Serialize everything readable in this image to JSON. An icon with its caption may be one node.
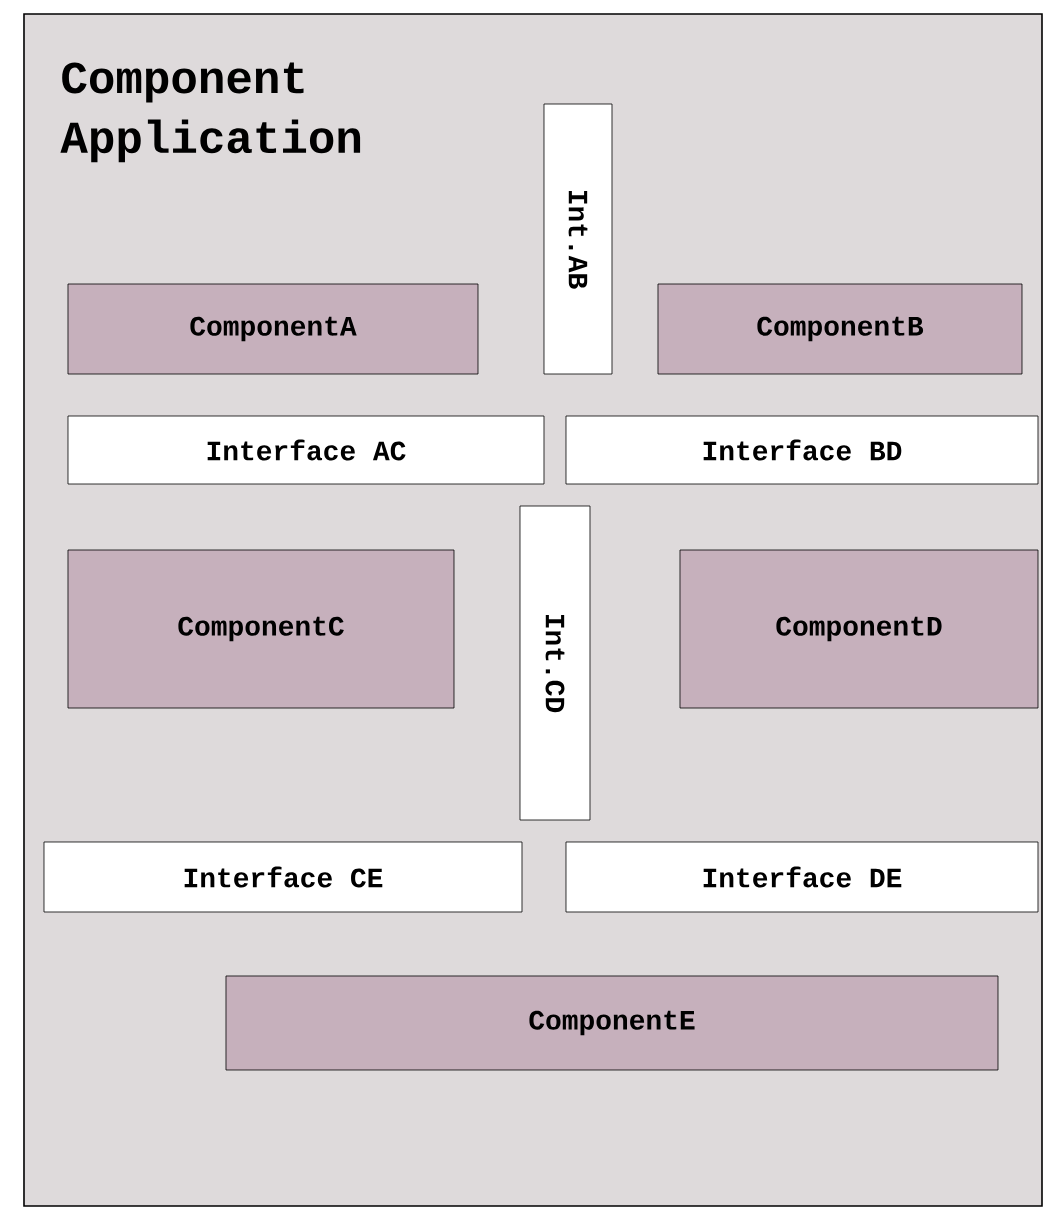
{
  "diagram": {
    "nodes": [
      {
        "text": [
          "Component Application"
        ]
      },
      {
        "text": [
          "Int.AB"
        ],
        "in": 0
      },
      {
        "text": [
          "ComponentA"
        ],
        "in": 0
      },
      {
        "text": [
          "ComponentB"
        ],
        "in": 0
      },
      {
        "text": [
          "Interface AC"
        ],
        "in": 0
      },
      {
        "text": [
          "Interface BD"
        ],
        "in": 0
      },
      {
        "text": [
          "Int.CD"
        ],
        "in": 0
      },
      {
        "text": [
          "ComponentC"
        ],
        "in": 0
      },
      {
        "text": [
          "ComponentD"
        ],
        "in": 0
      },
      {
        "text": [
          "Interface CE"
        ],
        "in": 0
      },
      {
        "text": [
          "Interface DE"
        ],
        "in": 0
      },
      {
        "text": [
          "ComponentE"
        ],
        "in": 0
      }
    ]
  }
}
